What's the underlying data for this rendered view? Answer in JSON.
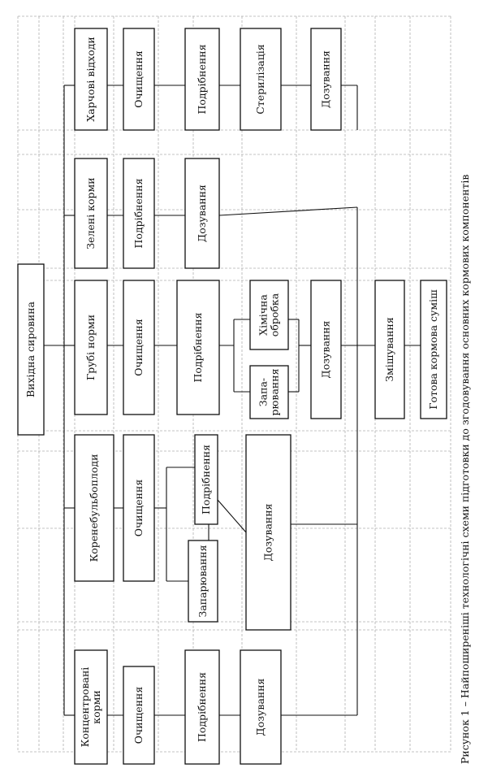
{
  "diagram": {
    "caption": "Рисунок 1 – Найпоширеніші технологічні схеми підготовки до згодовування основних кормових компонентів",
    "root": "Вихідна сировина",
    "columns": {
      "concentrated": {
        "label": "Концентровані корми",
        "steps": [
          "Очищення",
          "Подрібнення",
          "Дозування"
        ]
      },
      "root_crops": {
        "label": "Коренебульбоплоди",
        "steps": [
          "Очищення",
          "Запарювання",
          "Подрібнення",
          "Дозування"
        ]
      },
      "roughage": {
        "label": "Грубі норми",
        "steps": [
          "Очищення",
          "Подрібнення",
          "Запа-рювання",
          "Хімічна обробка",
          "Дозування",
          "Змішування",
          "Готова кормова суміш"
        ]
      },
      "green": {
        "label": "Зелені корми",
        "steps": [
          "Подрібнення",
          "Дозування"
        ]
      },
      "food_waste": {
        "label": "Харчові відходи",
        "steps": [
          "Очищення",
          "Подрібнення",
          "Стерилізація",
          "Дозування"
        ]
      }
    }
  }
}
